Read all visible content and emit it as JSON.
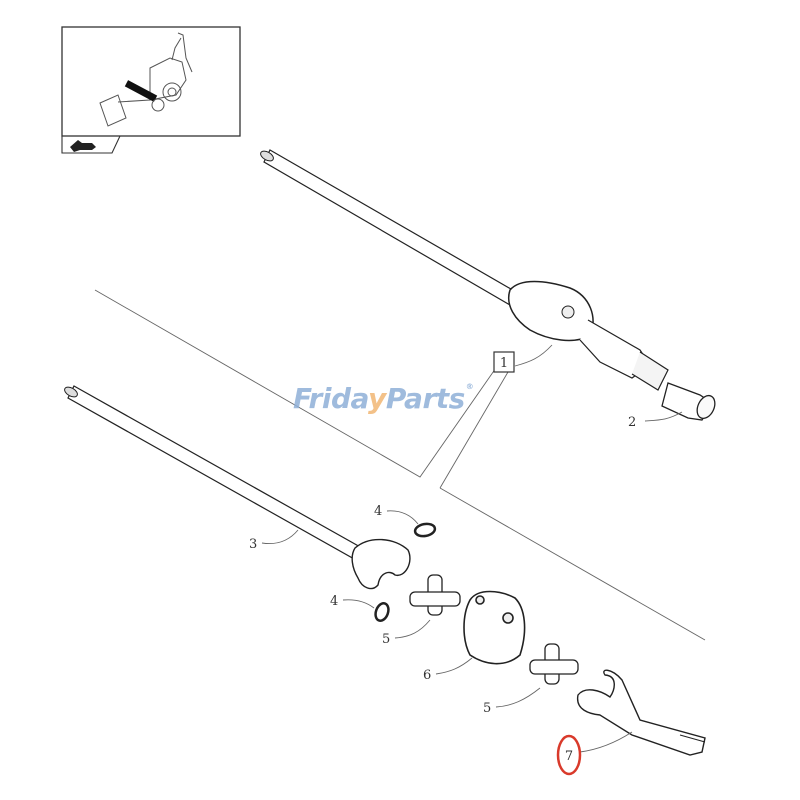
{
  "diagram": {
    "type": "exploded-parts-diagram",
    "subject": "front axle shaft assembly",
    "locator_thumbnail": {
      "depicts": "backhoe-loader",
      "highlight": "front axle",
      "icon": "arrow-icon"
    },
    "callouts": [
      {
        "id": "1",
        "label": "1",
        "boxed": true,
        "part": "axle shaft assembly"
      },
      {
        "id": "2",
        "label": "2",
        "part": "cap"
      },
      {
        "id": "3",
        "label": "3",
        "part": "inner shaft"
      },
      {
        "id": "4a",
        "label": "4",
        "part": "seal ring (upper)"
      },
      {
        "id": "4b",
        "label": "4",
        "part": "seal ring (lower)"
      },
      {
        "id": "5a",
        "label": "5",
        "part": "universal joint cross (left)"
      },
      {
        "id": "6",
        "label": "6",
        "part": "double yoke housing"
      },
      {
        "id": "5b",
        "label": "5",
        "part": "universal joint cross (right)"
      },
      {
        "id": "7",
        "label": "7",
        "part": "outer yoke shaft",
        "highlighted": true
      }
    ],
    "highlight_color": "#d93a2b"
  },
  "watermark": {
    "text_before": "Frida",
    "accent": "y",
    "text_after": "Parts",
    "registered": "®",
    "color": "#8fb0d8",
    "accent_color": "#f2b774"
  }
}
